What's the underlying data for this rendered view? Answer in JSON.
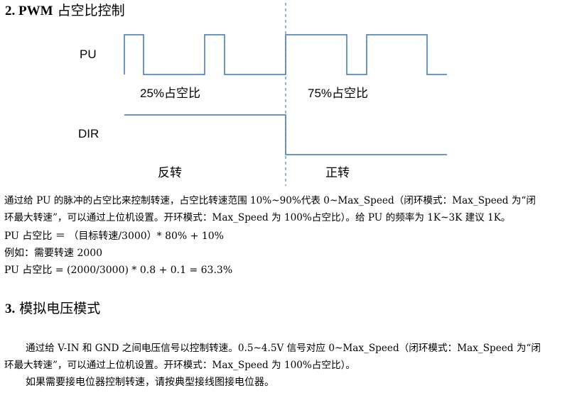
{
  "section2": {
    "number": "2. PWM",
    "title": "占空比控制"
  },
  "diagram": {
    "pu_label": "PU",
    "dir_label": "DIR",
    "duty25_label": "25%占空比",
    "duty75_label": "75%占空比",
    "reverse_label": "反转",
    "forward_label": "正转",
    "line_color": "#3a72c4",
    "divider_color": "#4a7fc9"
  },
  "section2_body": {
    "line1": "通过给 PU 的脉冲的占空比来控制转速，占空比转速范围 10%~90%代表 0~Max_Speed（闭环模式：Max_Speed 为“闭",
    "line2": "环最大转速”，可以通过上位机设置。开环模式：Max_Speed 为 100%占空比）。给 PU 的频率为 1K~3K 建议 1K。",
    "formula": "PU 占空比 ＝ （目标转速/3000）* 80% + 10%",
    "example_intro": "例如：需要转速 2000",
    "example_calc": "PU 占空比 = (2000/3000) * 0.8 + 0.1 = 63.3%"
  },
  "section3": {
    "number": "3.",
    "title": "模拟电压模式"
  },
  "section3_body": {
    "line1": "通过给 V-IN 和 GND 之间电压信号以控制转速。0.5~4.5V 信号对应 0~Max_Speed（闭环模式：Max_Speed 为“闭",
    "line2": "环最大转速”，可以通过上位机设置。开环模式：Max_Speed 为 100%占空比）。",
    "line3": "如果需要接电位器控制转速，请按典型接线图接电位器。"
  }
}
